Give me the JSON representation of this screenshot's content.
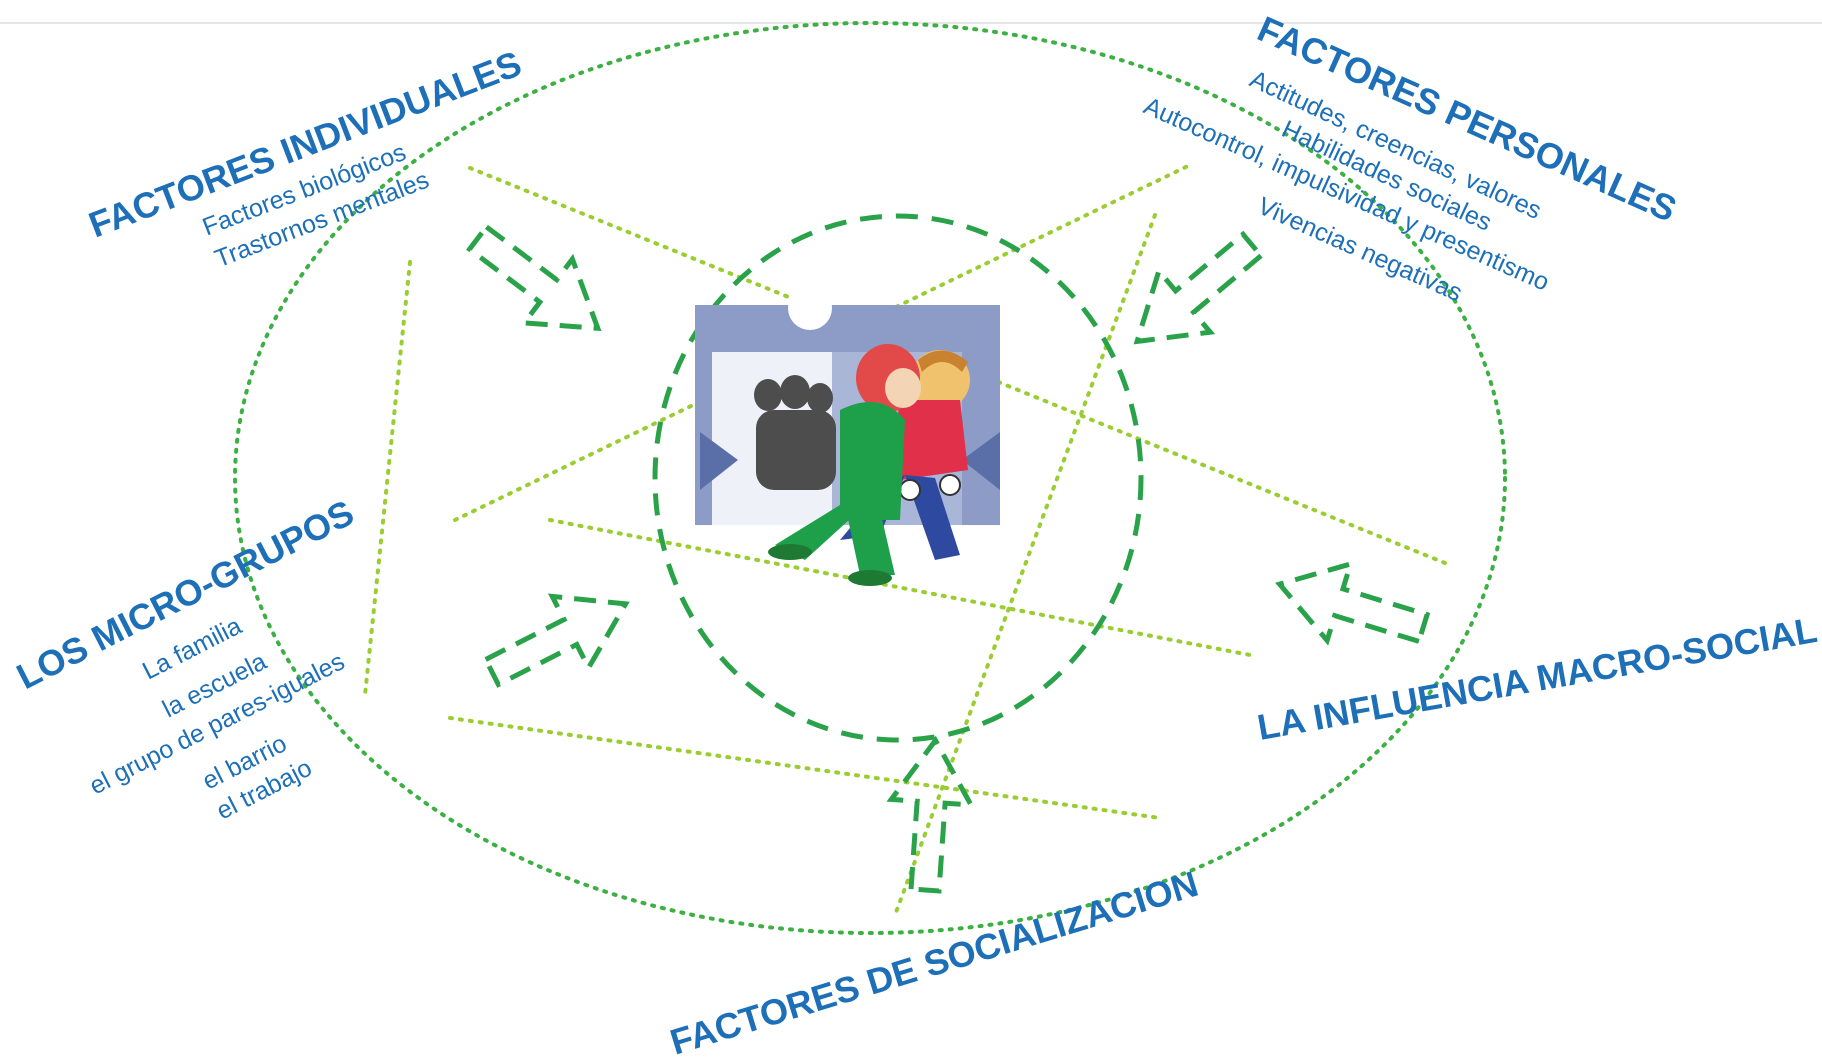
{
  "headings": {
    "individuales": "FACTORES INDIVIDUALES",
    "personales": "FACTORES PERSONALES",
    "microgrupos": "LOS MICRO-GRUPOS",
    "macrosocial": "LA INFLUENCIA MACRO-SOCIAL",
    "socializacion": "FACTORES DE SOCIALIZACION"
  },
  "individuales_items": [
    "Factores biológicos",
    "Trastornos mentales"
  ],
  "personales_items": [
    "Actitudes, creencias, valores",
    "Habilidades sociales",
    "Autocontrol, impulsividad y presentismo",
    "Vivencias negativas"
  ],
  "microgrupos_items": [
    "La familia",
    "la escuela",
    "el grupo de pares-iguales",
    "el barrio",
    "el trabajo"
  ],
  "center_image": "running-people-clipart",
  "colors": {
    "text": "#1d6fb8",
    "dotted": "#3cb043",
    "dashed": "#2aa24a",
    "lines": "#9acd32"
  }
}
